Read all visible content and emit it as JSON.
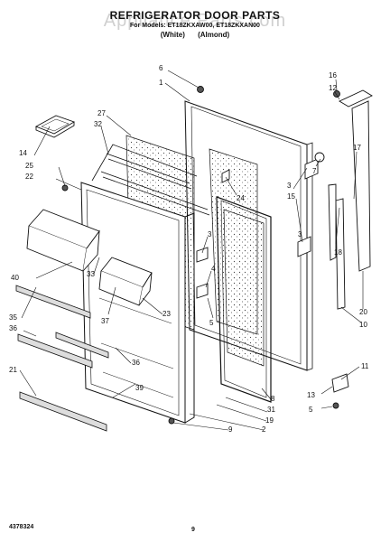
{
  "header": {
    "title": "REFRIGERATOR DOOR PARTS",
    "subtitle": "For Models: ET18ZKXAW00, ET18ZKXAN00",
    "colors": [
      "(White)",
      "(Almond)"
    ]
  },
  "watermark": "Appliance Parts.com",
  "footer": {
    "part_code": "4378324",
    "page_number": "9"
  },
  "callouts": {
    "c1": "1",
    "c2": "2",
    "c3a": "3",
    "c3b": "3",
    "c3c": "3",
    "c4": "4",
    "c5a": "5",
    "c5b": "5",
    "c6": "6",
    "c7": "7",
    "c8": "8",
    "c9": "9",
    "c10": "10",
    "c11": "11",
    "c12": "12",
    "c13": "13",
    "c14": "14",
    "c15": "15",
    "c16": "16",
    "c17": "17",
    "c18": "18",
    "c19": "19",
    "c20": "20",
    "c21": "21",
    "c22": "22",
    "c23": "23",
    "c24": "24",
    "c25": "25",
    "c27": "27",
    "c31": "31",
    "c32": "32",
    "c33": "33",
    "c35": "35",
    "c36a": "36",
    "c36b": "36",
    "c37": "37",
    "c39": "39",
    "c40": "40"
  }
}
